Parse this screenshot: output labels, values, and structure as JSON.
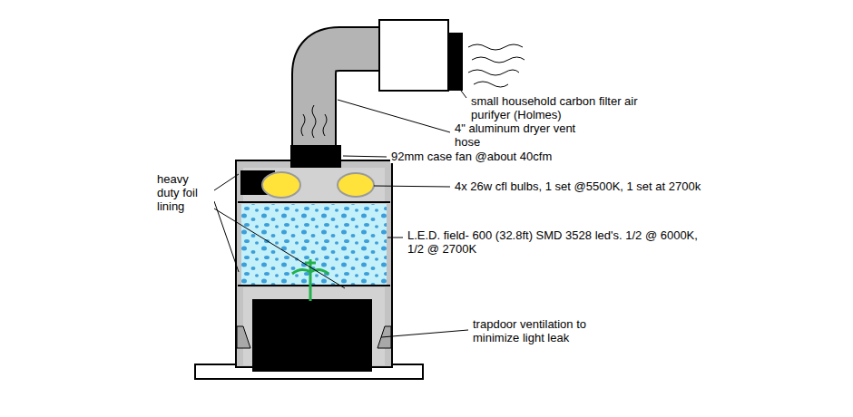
{
  "diagram": {
    "labels": [
      "small household carbon filter air purifyer (Holmes)",
      "4\" aluminum dryer vent hose",
      "92mm case fan @about 40cfm",
      "4x 26w cfl bulbs, 1 set @5500K, 1 set at 2700k",
      "L.E.D. field- 600 (32.8ft) SMD 3528 led's. 1/2 @ 6000K, 1/2 @ 2700K",
      "heavy duty foil lining",
      "trapdoor ventilation to minimize light leak"
    ]
  }
}
